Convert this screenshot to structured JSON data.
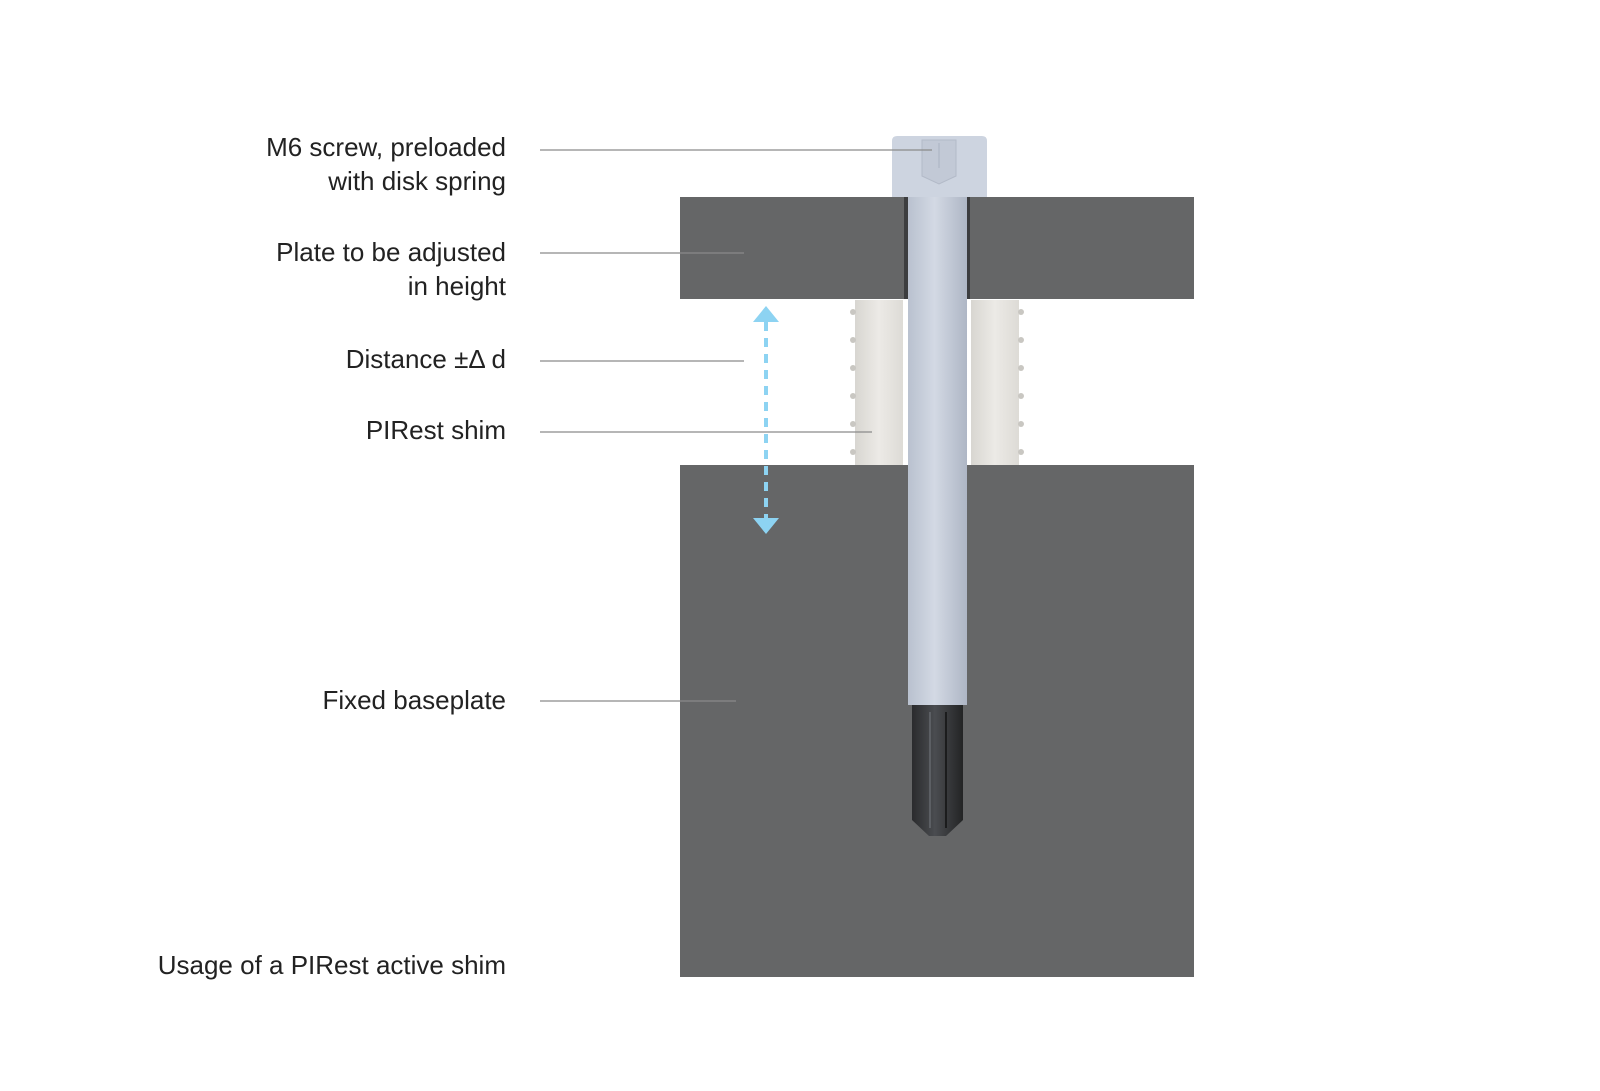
{
  "labels": {
    "screw": {
      "line1": "M6 screw, preloaded",
      "line2": "with disk spring"
    },
    "plate": {
      "line1": "Plate to be adjusted",
      "line2": "in height"
    },
    "distance": "Distance ±Δ d",
    "shim": "PIRest shim",
    "baseplate": "Fixed baseplate"
  },
  "caption": "Usage of a PIRest active shim",
  "colors": {
    "plate": "#656667",
    "screw": "#c9d0dc",
    "shim": "#e7e6e2",
    "leader_line": "#8a8a8a",
    "arrow": "#8dd3f2",
    "text": "#222222"
  }
}
